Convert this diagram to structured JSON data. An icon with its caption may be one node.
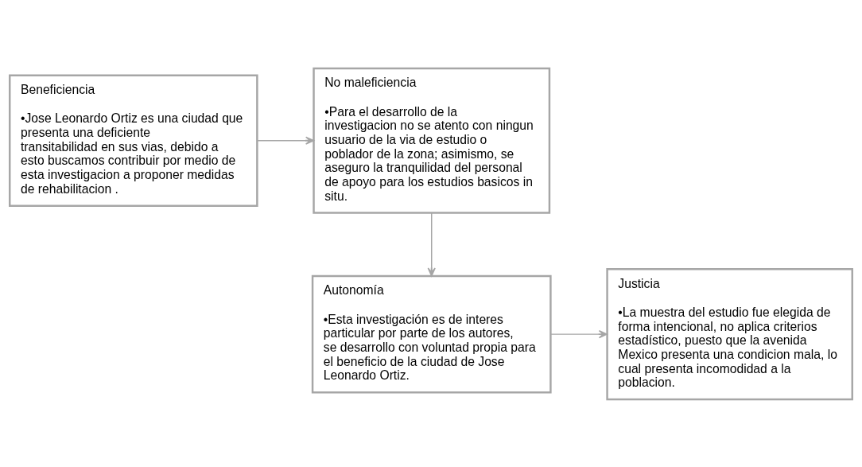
{
  "diagram": {
    "nodes": [
      {
        "text": [
          "Beneficiencia",
          "•Jose Leonardo Ortiz es una ciudad que presenta una deficiente transitabilidad en sus vias, debido a esto buscamos contribuir por medio de esta investigacion a proponer medidas de rehabilitacion ."
        ]
      },
      {
        "text": [
          "No maleficiencia",
          "•Para el desarrollo de la investigacion no se atento con ningun usuario de la via de estudio o poblador de la zona; asimismo, se aseguro la tranquilidad del personal de apoyo para los estudios basicos in situ."
        ]
      },
      {
        "text": [
          "Autonomía",
          "•Esta investigación es de interes particular por parte de los autores, se desarrollo con voluntad propia para el beneficio de la ciudad de Jose Leonardo Ortiz."
        ]
      },
      {
        "text": [
          "Justicia",
          "•La muestra del estudio fue elegida de forma intencional, no aplica criterios estadístico, puesto que la avenida Mexico presenta una condicion mala, lo cual presenta incomodidad a la poblacion."
        ]
      }
    ],
    "edges": [
      {
        "from": 0,
        "to": 1,
        "arrow": "to"
      },
      {
        "from": 1,
        "to": 2,
        "arrow": "to"
      },
      {
        "from": 2,
        "to": 3,
        "arrow": "to"
      }
    ]
  }
}
